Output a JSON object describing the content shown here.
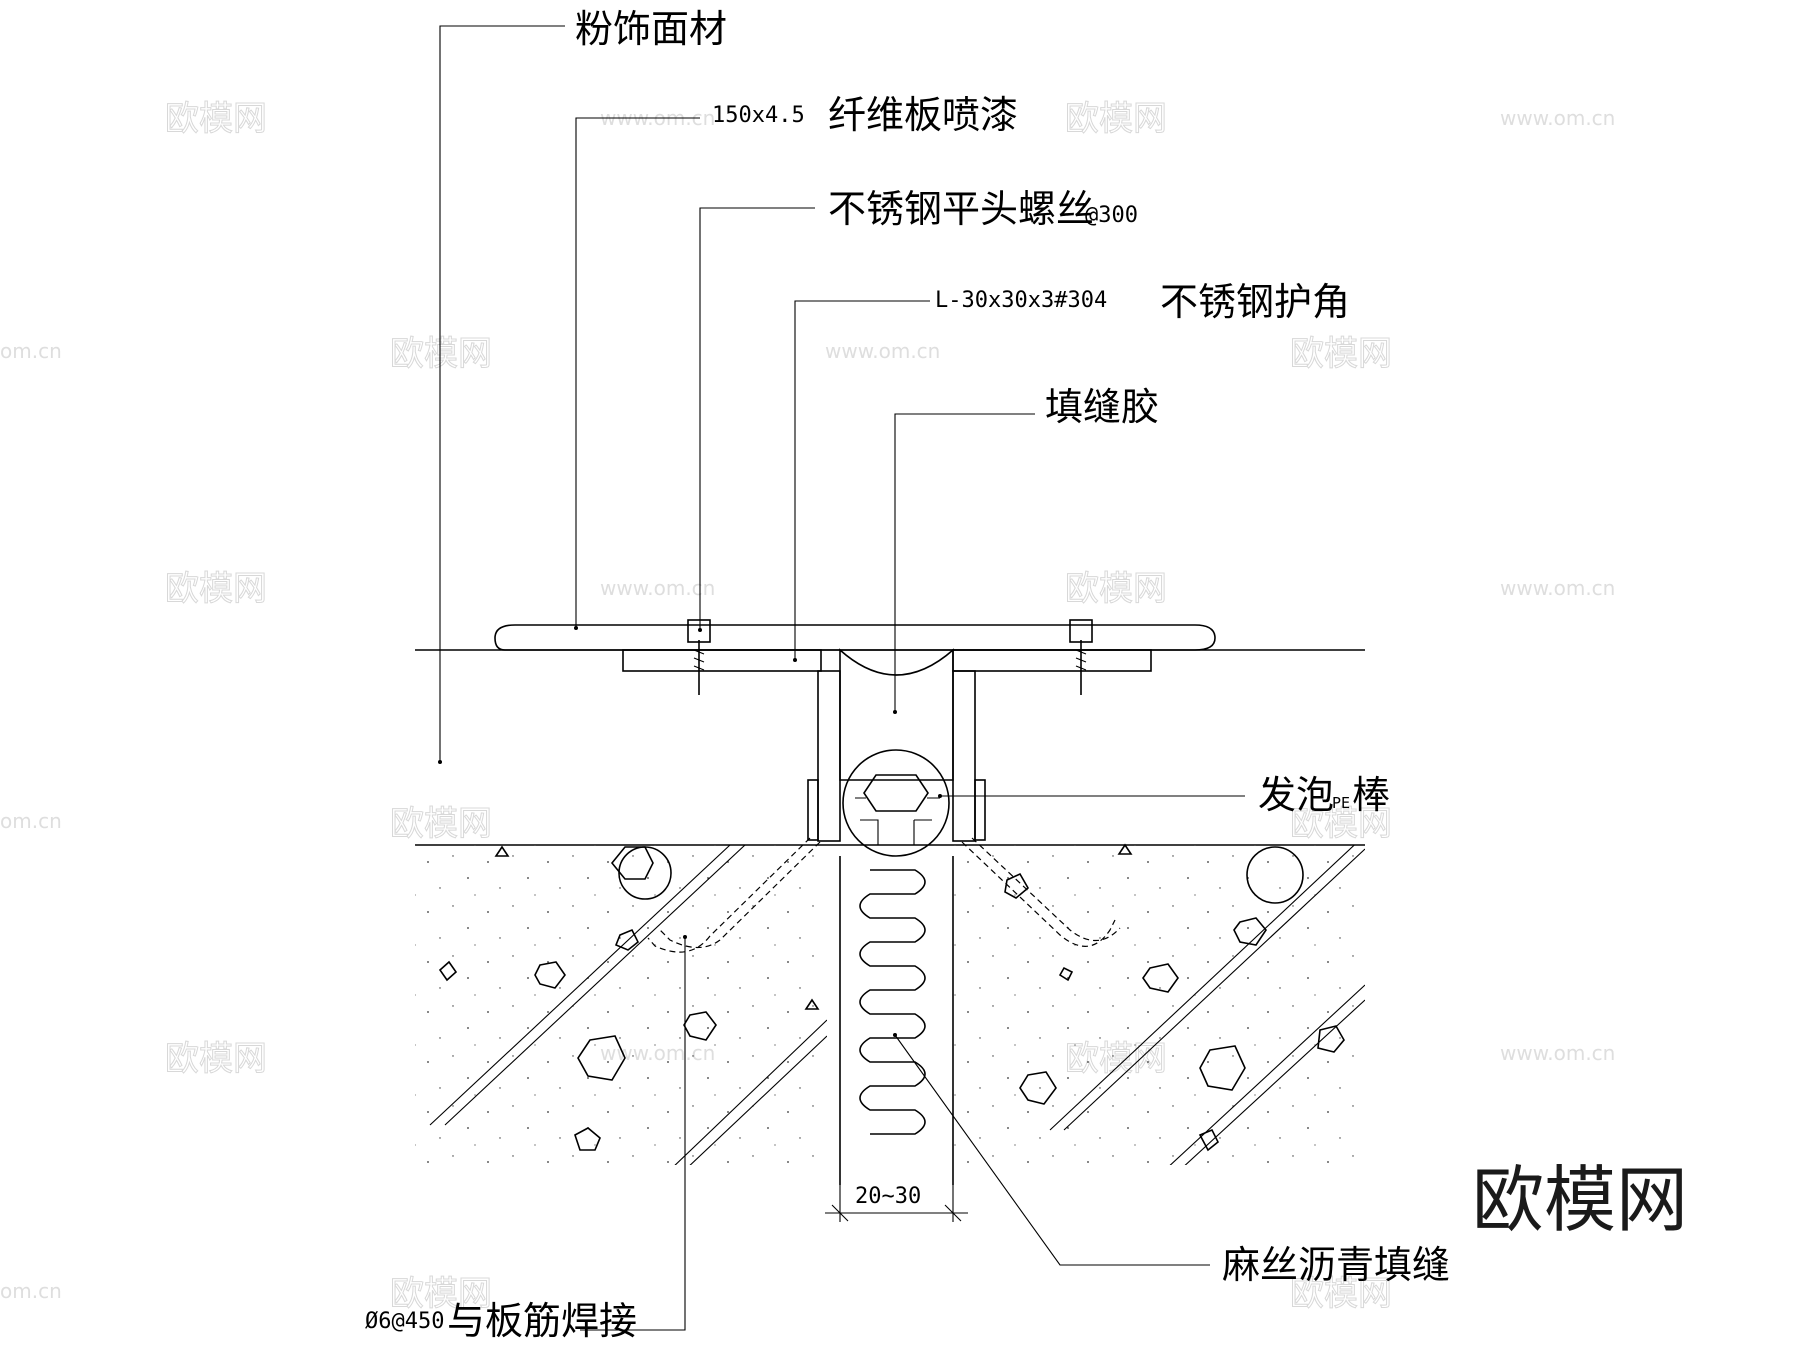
{
  "labels": {
    "finish_material": "粉饰面材",
    "board_spec": "150x4.5",
    "board_name": "纤维板喷漆",
    "screw": "不锈钢平头螺丝",
    "screw_spacing": "@300",
    "angle_spec": "L-30x30x3#304",
    "angle_name": "不锈钢护角",
    "sealant": "填缝胶",
    "pe_rod_prefix": "发泡",
    "pe_rod_mid": "PE",
    "pe_rod_suffix": "棒",
    "rebar_spec": "Ø6@450",
    "rebar_text": "与板筋焊接",
    "asphalt_fill": "麻丝沥青填缝",
    "gap_dim": "20~30"
  },
  "watermark": {
    "logo": "欧模网",
    "url": "www.om.cn",
    "url_short": "om.cn"
  }
}
